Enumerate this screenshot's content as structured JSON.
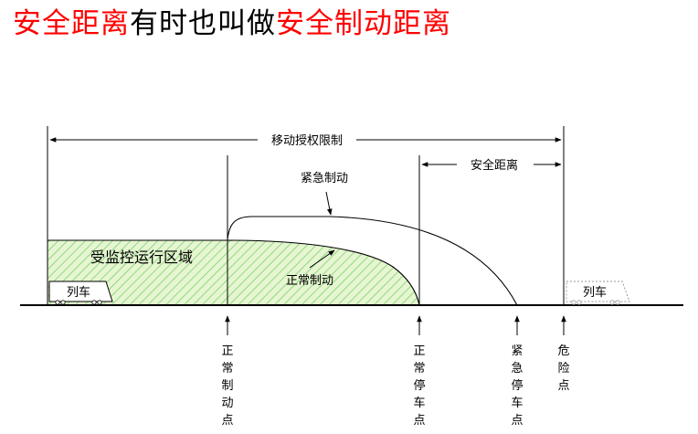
{
  "title": {
    "part1": "安全距离",
    "part2": "有时也叫做",
    "part3": "安全制动距离"
  },
  "colors": {
    "title_highlight": "#ff0000",
    "title_text": "#000000",
    "monitored_zone_fill": "#e6f5d2",
    "monitored_zone_hatch": "#7bd46b",
    "line": "#000000"
  },
  "diagram": {
    "movement_authority_label": "移动授权限制",
    "safety_distance_label": "安全距离",
    "emergency_brake_curve_label": "紧急制动",
    "normal_brake_curve_label": "正常制动",
    "monitored_zone_label": "受监控运行区域",
    "train_label": "列车",
    "train_beyond_label": "列车",
    "points": {
      "normal_brake_point": "正常制动点",
      "normal_stop_point": "正常停车点",
      "emergency_stop_point": "紧急停车点",
      "danger_point": "危险点"
    }
  }
}
